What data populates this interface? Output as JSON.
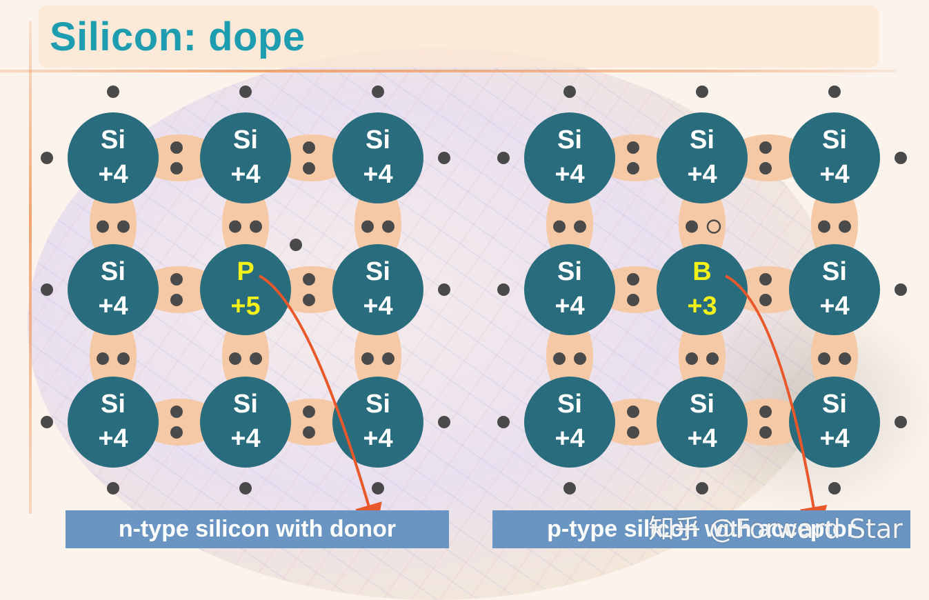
{
  "title": "Silicon: dope",
  "colors": {
    "atom": "#286c7d",
    "bond": "#f6c9a6",
    "electron": "#4a4a4a",
    "dopant_label": "#f2f21a",
    "arrow": "#e8582a",
    "caption_bg": "#6a95c2",
    "title": "#1e9db0"
  },
  "atom_label": {
    "symbol": "Si",
    "charge": "+4"
  },
  "left_lattice": {
    "dopant": {
      "symbol": "P",
      "charge": "+5"
    },
    "caption": "n-type silicon with donor"
  },
  "right_lattice": {
    "dopant": {
      "symbol": "B",
      "charge": "+3"
    },
    "caption": "p-type silicon with acceptor"
  },
  "watermark": "知乎 @Forward Star"
}
